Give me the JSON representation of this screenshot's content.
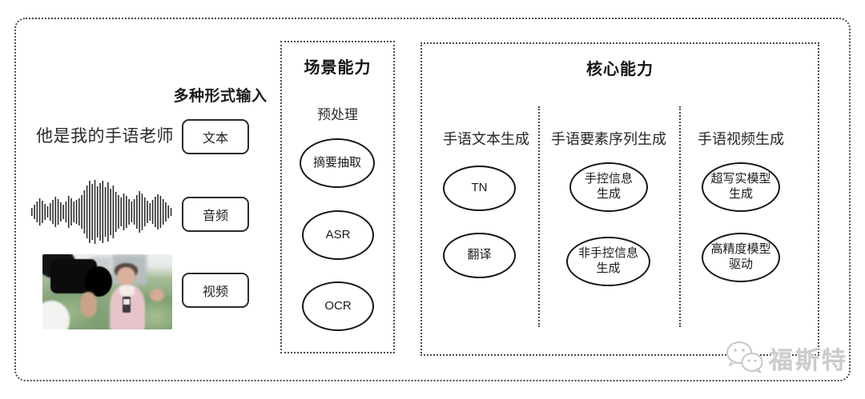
{
  "input_section": {
    "header": "多种形式输入",
    "text_example": "他是我的手语老师",
    "input_types": [
      {
        "label": "文本"
      },
      {
        "label": "音频"
      },
      {
        "label": "视频"
      }
    ],
    "waveform_heights": [
      10,
      18,
      26,
      34,
      28,
      20,
      14,
      22,
      30,
      38,
      32,
      24,
      18,
      26,
      40,
      34,
      26,
      30,
      34,
      42,
      54,
      66,
      78,
      70,
      80,
      64,
      72,
      78,
      62,
      74,
      58,
      66,
      50,
      42,
      36,
      46,
      40,
      32,
      26,
      32,
      42,
      52,
      46,
      36,
      28,
      22,
      30,
      38,
      44,
      40,
      32,
      24,
      16,
      10
    ]
  },
  "scene_box": {
    "title": "场景能力",
    "subtitle": "预处理",
    "nodes": [
      "摘要抽取",
      "ASR",
      "OCR"
    ]
  },
  "core_box": {
    "title": "核心能力",
    "columns": [
      {
        "header": "手语文本生成",
        "nodes": [
          "TN",
          "翻译"
        ]
      },
      {
        "header": "手语要素序列生成",
        "nodes": [
          "手控信息\n生成",
          "非手控信息\n生成"
        ]
      },
      {
        "header": "手语视频生成",
        "nodes": [
          "超写实模型\n生成",
          "高精度模型\n驱动"
        ]
      }
    ]
  },
  "watermark": {
    "icon": "wechat-icon",
    "label": "福斯特"
  },
  "colors": {
    "stroke": "#161616",
    "dotted_border": "#4a4a4a",
    "waveform": "#2b2b2b",
    "watermark": "#cbcbcb",
    "background": "#ffffff"
  }
}
